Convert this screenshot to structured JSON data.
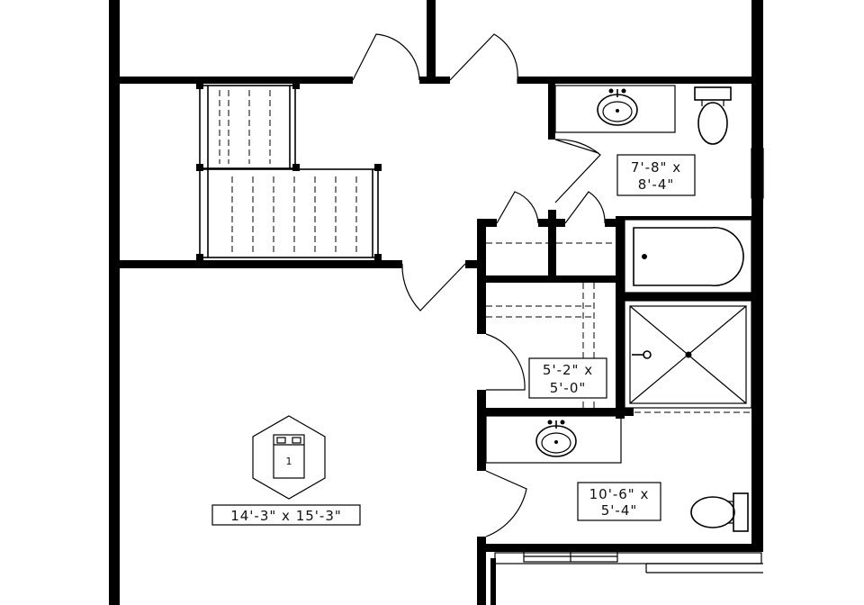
{
  "rooms": {
    "bathroom_top": {
      "dim_line1": "7'-8\" x",
      "dim_line2": "8'-4\""
    },
    "closet": {
      "dim_line1": "5'-2\" x",
      "dim_line2": "5'-0\""
    },
    "bathroom_bottom": {
      "dim_line1": "10'-6\" x",
      "dim_line2": "5'-4\""
    },
    "bedroom_1": {
      "number": "1",
      "dims": "14'-3\" x 15'-3\""
    }
  }
}
